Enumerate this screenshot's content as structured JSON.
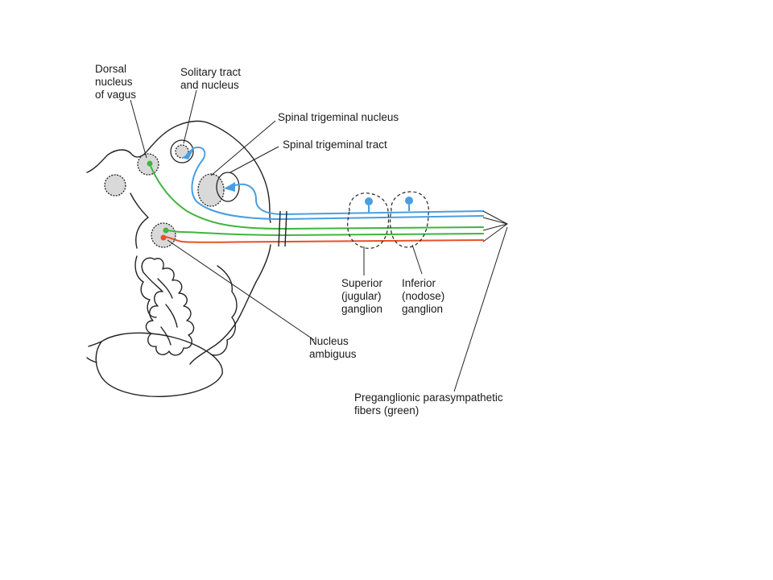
{
  "labels": {
    "dorsal_nucleus": "Dorsal\nnucleus\nof vagus",
    "solitary": "Solitary tract\nand nucleus",
    "spinal_trigeminal_nucleus": "Spinal trigeminal nucleus",
    "spinal_trigeminal_tract": "Spinal trigeminal tract",
    "superior_ganglion": "Superior\n(jugular)\nganglion",
    "inferior_ganglion": "Inferior\n(nodose)\nganglion",
    "nucleus_ambiguus": "Nucleus\nambiguus",
    "preganglionic": "Preganglionic parasympathetic\nfibers (green)"
  },
  "colors": {
    "sensory_fiber": "#4a9ee0",
    "preganglionic_fiber": "#3fb53f",
    "motor_fiber": "#e8502a",
    "outline": "#222222"
  }
}
